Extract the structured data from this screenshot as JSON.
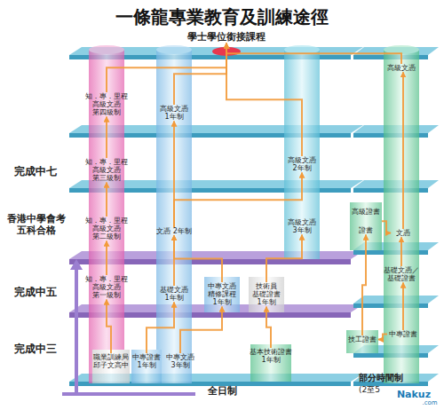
{
  "diagram": {
    "title": "一條龍專業教育及訓練途徑",
    "nodes": [
      {
        "text": [
          "學士學位銜接課程"
        ]
      },
      {
        "text": [
          "知．專．里程 高級文憑 第四級制"
        ]
      },
      {
        "text": [
          "高級文憑 1年制"
        ]
      },
      {
        "text": [
          "高級文憑"
        ]
      },
      {
        "text": [
          "知．專．里程 高級文憑 第三級制"
        ]
      },
      {
        "text": [
          "高級文憑 2年制"
        ]
      },
      {
        "text": [
          "知．專．里程 高級文憑 第二級制"
        ]
      },
      {
        "text": [
          "文憑 2年制"
        ]
      },
      {
        "text": [
          "高級文憑 3年制"
        ]
      },
      {
        "text": [
          "高級證書",
          "證書"
        ]
      },
      {
        "text": [
          "文憑"
        ]
      },
      {
        "text": [
          "知．專．里程 高級文憑 第一級制"
        ]
      },
      {
        "text": [
          "基礎文憑 1年制"
        ]
      },
      {
        "text": [
          "中專文憑 精修課程 1年制"
        ]
      },
      {
        "text": [
          "技術員 基礎證書 1年制"
        ]
      },
      {
        "text": [
          "基礎文憑／ 基礎證書"
        ]
      },
      {
        "text": [
          "技工證書"
        ]
      },
      {
        "text": [
          "中專證書"
        ]
      },
      {
        "text": [
          "職業訓練局 邱子文高中"
        ]
      },
      {
        "text": [
          "中專證書 1年制"
        ]
      },
      {
        "text": [
          "中專文憑 3年制"
        ]
      },
      {
        "text": [
          "基本技術證書 1年制"
        ]
      }
    ],
    "edges": [
      {
        "from": 18,
        "to": 11,
        "arrow": "to"
      },
      {
        "from": 11,
        "to": 6,
        "arrow": "to"
      },
      {
        "from": 6,
        "to": 4,
        "arrow": "to"
      },
      {
        "from": 4,
        "to": 1,
        "arrow": "to"
      },
      {
        "from": 1,
        "to": 0,
        "arrow": "to"
      },
      {
        "from": 20,
        "to": 13,
        "arrow": "to"
      },
      {
        "from": 19,
        "to": 12,
        "arrow": "to"
      },
      {
        "from": 12,
        "to": 7,
        "arrow": "to"
      },
      {
        "from": 13,
        "to": 7,
        "arrow": "to"
      },
      {
        "from": 7,
        "to": 2,
        "arrow": "to"
      },
      {
        "from": 7,
        "to": 5,
        "arrow": "to"
      },
      {
        "from": 2,
        "to": 0,
        "arrow": "to"
      },
      {
        "from": 5,
        "to": 0,
        "arrow": "to"
      },
      {
        "from": 21,
        "to": 14,
        "arrow": "to"
      },
      {
        "from": 14,
        "to": 8,
        "arrow": "to"
      },
      {
        "from": 17,
        "to": 16,
        "arrow": "to"
      },
      {
        "from": 16,
        "to": 9,
        "arrow": "to"
      },
      {
        "from": 9,
        "to": 10,
        "arrow": "to"
      },
      {
        "from": 17,
        "to": 15,
        "arrow": "to"
      },
      {
        "from": 15,
        "to": 10,
        "arrow": "to"
      },
      {
        "from": 10,
        "to": 3,
        "arrow": "to"
      },
      {
        "from": 3,
        "to": 0,
        "arrow": "to"
      }
    ],
    "labels": [
      "完成中七",
      "香港中學會考 五科合格",
      "完成中五",
      "完成中三",
      "全日制",
      "部分時間制",
      "(2至5",
      "Nakuz",
      ".com"
    ]
  }
}
